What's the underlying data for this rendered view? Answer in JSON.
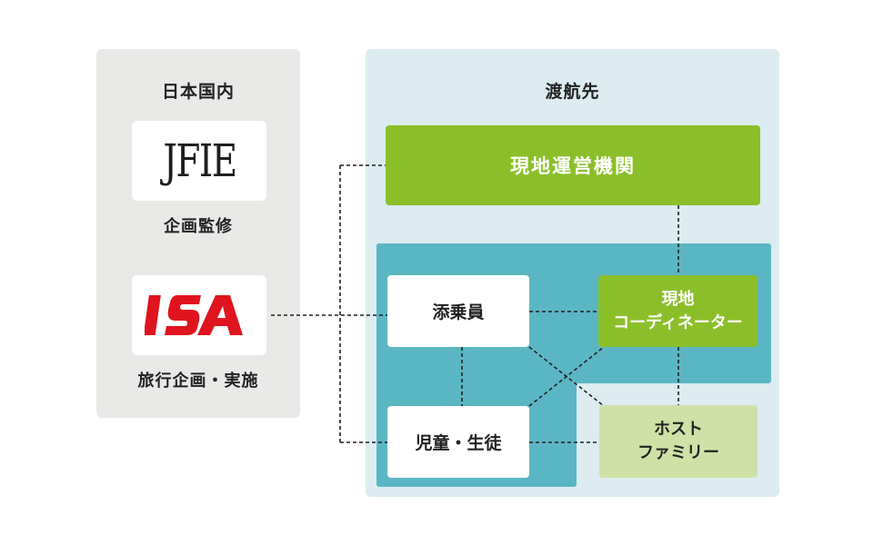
{
  "domestic": {
    "title": "日本国内",
    "jfie": {
      "logo_text": "JFIE",
      "caption": "企画監修"
    },
    "isa": {
      "logo_text": "ISA",
      "caption": "旅行企画・実施"
    }
  },
  "abroad": {
    "title": "渡航先",
    "local_org": "現地運営機関",
    "escort": "添乗員",
    "coordinator": [
      "現地",
      "コーディネーター"
    ],
    "students": "児童・生徒",
    "host_family": [
      "ホスト",
      "ファミリー"
    ]
  },
  "colors": {
    "domestic_bg": "#e9e9e7",
    "abroad_bg": "#dcecf0",
    "teal": "#5bb6c3",
    "green": "#8bbf2a",
    "light_green": "#cfe1a6",
    "isa_red": "#e0141e"
  }
}
